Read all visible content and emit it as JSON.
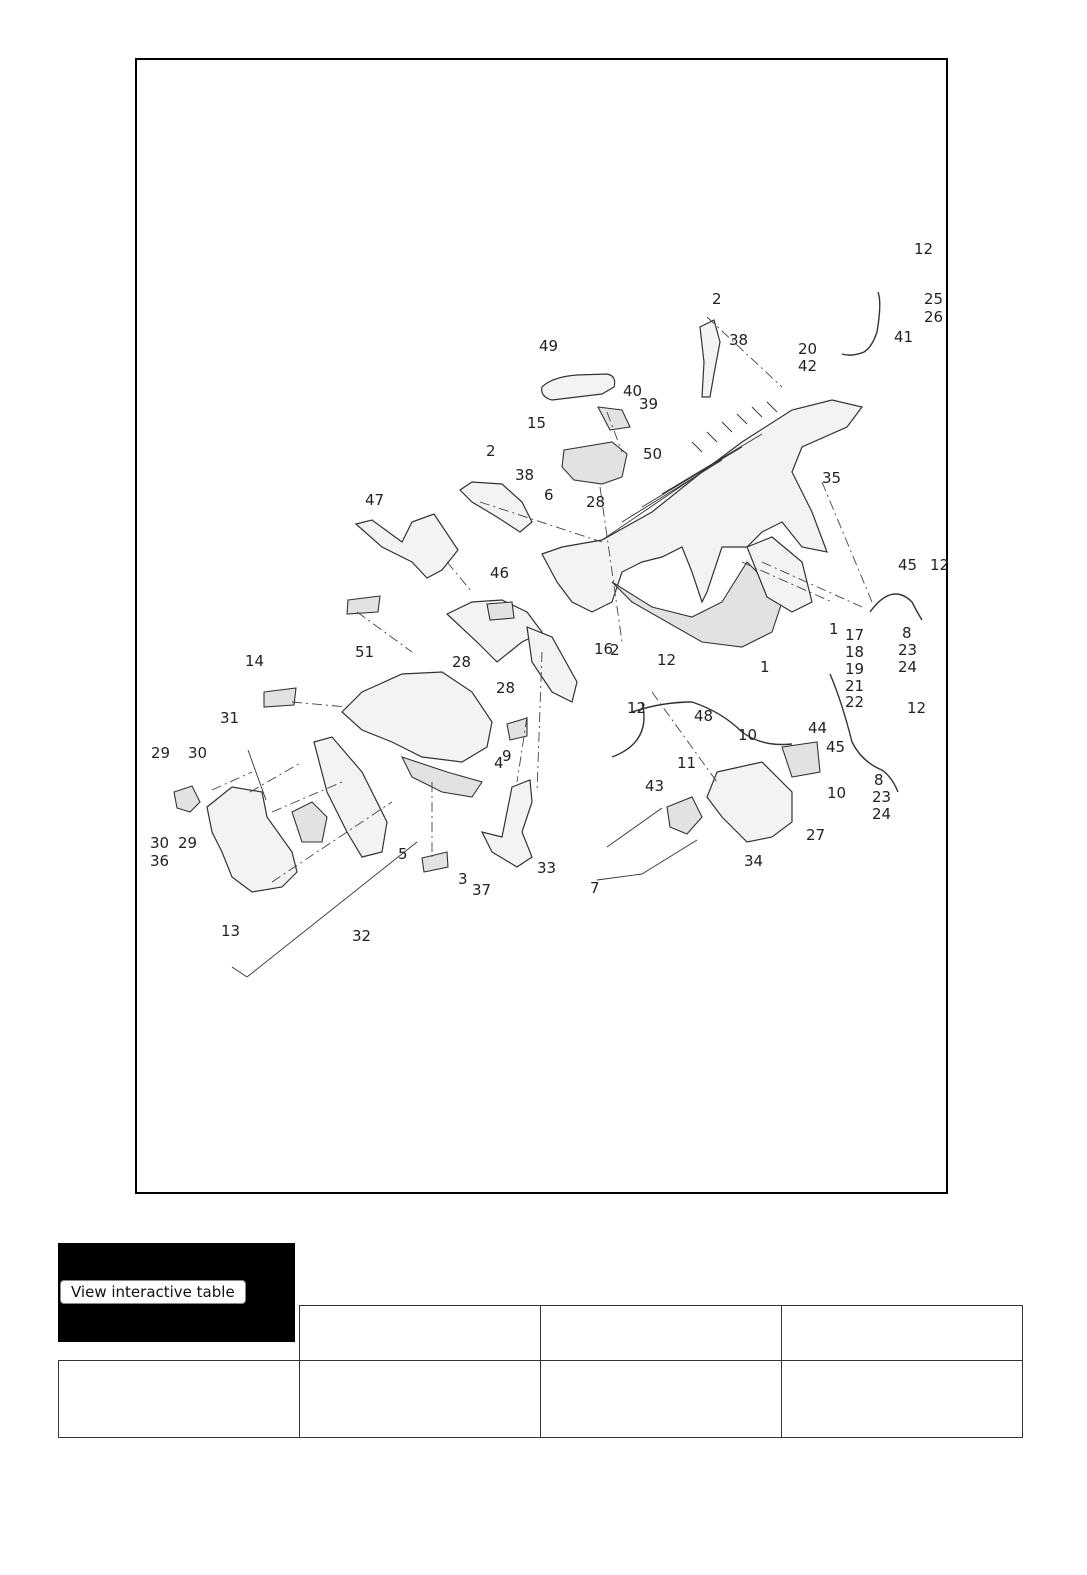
{
  "diagram": {
    "callouts": [
      "1",
      "2",
      "3",
      "4",
      "5",
      "6",
      "7",
      "8",
      "9",
      "10",
      "11",
      "12",
      "13",
      "14",
      "15",
      "16",
      "17",
      "18",
      "19",
      "20",
      "21",
      "22",
      "23",
      "24",
      "25",
      "26",
      "27",
      "28",
      "29",
      "30",
      "31",
      "32",
      "33",
      "34",
      "35",
      "36",
      "37",
      "38",
      "39",
      "40",
      "41",
      "42",
      "43",
      "44",
      "45",
      "46",
      "47",
      "48",
      "49",
      "50",
      "51"
    ]
  },
  "table": {
    "button_label": "View interactive table",
    "header_cells": [
      "",
      "",
      "",
      ""
    ],
    "row_cells": [
      "",
      "",
      "",
      ""
    ]
  }
}
